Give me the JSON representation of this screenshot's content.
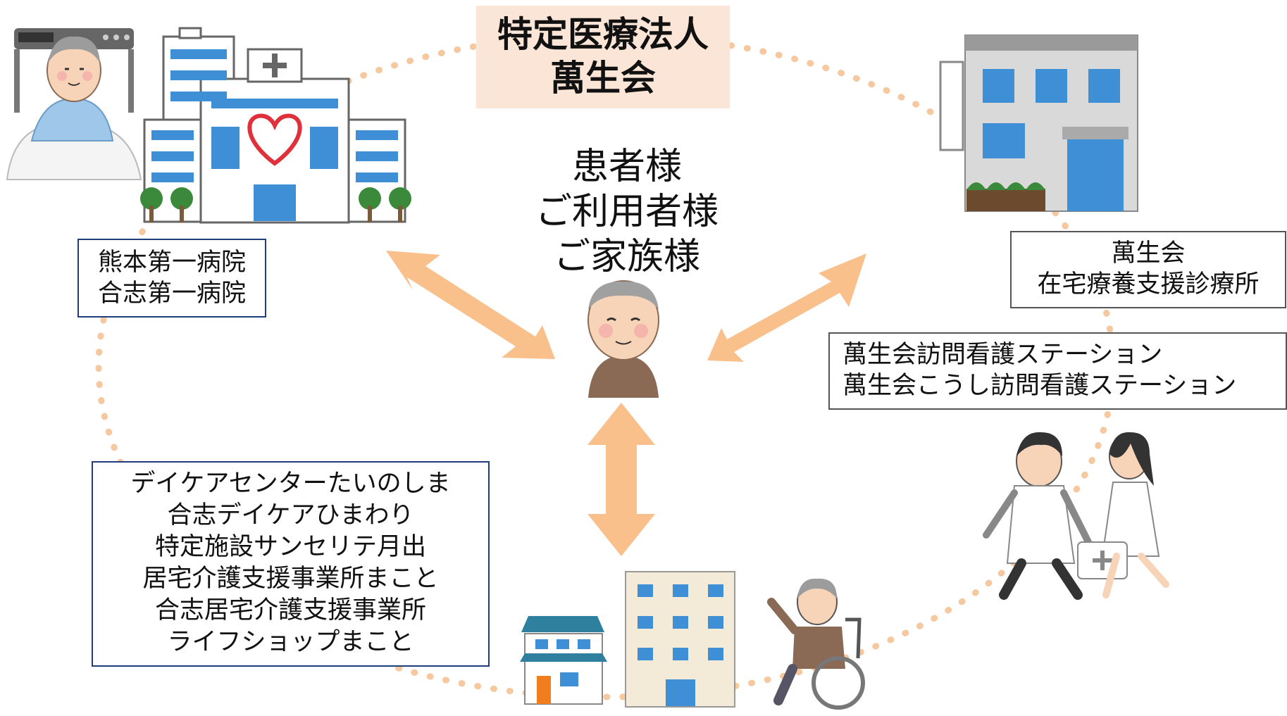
{
  "organization": {
    "title_lines": [
      "特定医療法人",
      "萬生会"
    ]
  },
  "center": {
    "lines": [
      "患者様",
      "ご利用者様",
      "ご家族様"
    ]
  },
  "hospitals": {
    "lines": [
      "熊本第一病院",
      "合志第一病院"
    ]
  },
  "clinic": {
    "lines": [
      "萬生会",
      "在宅療養支援診療所"
    ]
  },
  "nursing": {
    "lines": [
      "萬生会訪問看護ステーション",
      "萬生会こうし訪問看護ステーション"
    ]
  },
  "care_services": {
    "lines": [
      "デイケアセンターたいのしま",
      "合志デイケアひまわり",
      "特定施設サンセリテ月出",
      "居宅介護支援事業所まこと",
      "合志居宅介護支援事業所",
      "ライフショップまこと"
    ]
  },
  "icons": [
    "patient-in-bed-icon",
    "hospital-building-icon",
    "clinic-building-icon",
    "elderly-person-icon",
    "doctor-and-nurse-icon",
    "house-icon",
    "apartment-building-icon",
    "wheelchair-user-icon"
  ],
  "colors": {
    "arrow": "#f9c08c",
    "dots": "#f5c8a0",
    "title_bg": "#fbe5d6",
    "box_border": "#1f3d7a",
    "building_blue": "#3f8fd6"
  }
}
